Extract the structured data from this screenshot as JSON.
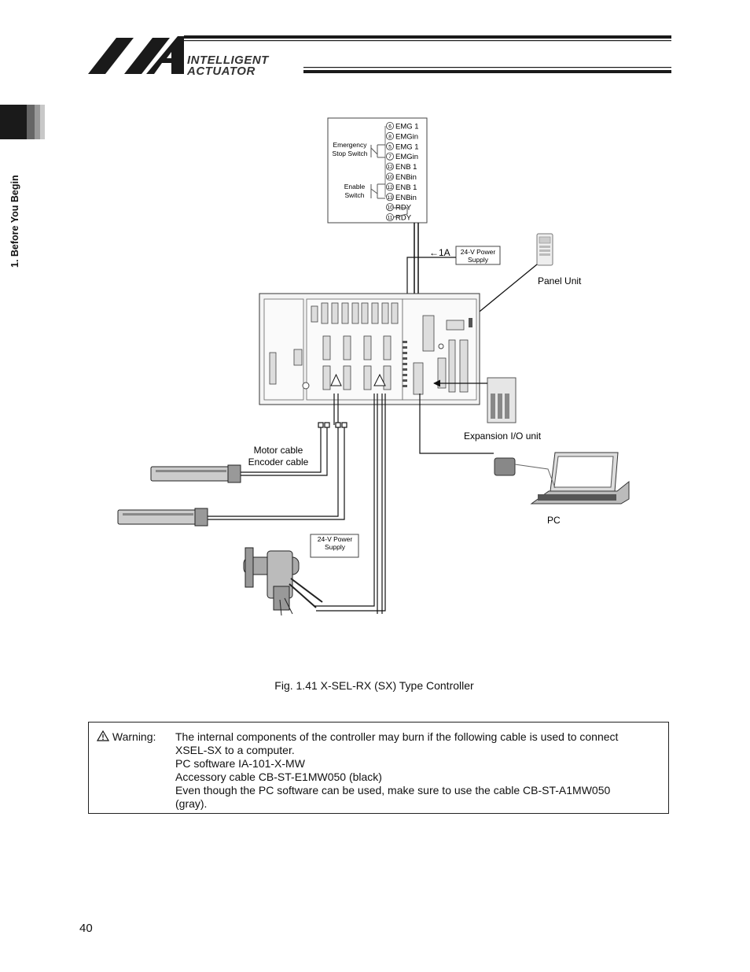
{
  "header": {
    "brand_line1": "INTELLIGENT",
    "brand_line2": "ACTUATOR"
  },
  "sidebar": {
    "section_label": "1. Before You Begin"
  },
  "figure": {
    "terminal_rows": [
      {
        "num": "6",
        "label": "EMG 1"
      },
      {
        "num": "8",
        "label": "EMGin"
      },
      {
        "num": "5",
        "label": "EMG 1"
      },
      {
        "num": "7",
        "label": "EMGin"
      },
      {
        "num": "12",
        "label": "ENB 1"
      },
      {
        "num": "10",
        "label": "ENBin"
      },
      {
        "num": "12",
        "label": "ENB 1"
      },
      {
        "num": "13",
        "label": "ENBin"
      },
      {
        "num": "10",
        "label": "RDY"
      },
      {
        "num": "11",
        "label": "RDY"
      }
    ],
    "emergency_label_1": "Emergency",
    "emergency_label_2": "Stop Switch",
    "enable_label_1": "Enable",
    "enable_label_2": "Switch",
    "current_label": "←1A",
    "power_supply_top_1": "24-V Power",
    "power_supply_top_2": "Supply",
    "panel_unit_label": "Panel Unit",
    "expansion_io_label": "Expansion I/O unit",
    "motor_cable_label": "Motor cable",
    "encoder_cable_label": "Encoder cable",
    "pc_label": "PC",
    "power_supply_bottom_1": "24-V Power",
    "power_supply_bottom_2": "Supply"
  },
  "caption": "Fig. 1.41 X-SEL-RX (SX) Type Controller",
  "warning": {
    "icon": "warning-triangle-icon",
    "heading": "Warning:",
    "lines": [
      "The internal components of the controller may burn if the following cable is used to connect",
      "XSEL-SX to a computer.",
      "PC software IA-101-X-MW",
      "Accessory cable CB-ST-E1MW050 (black)",
      "Even though the PC software can be used, make sure to use the cable CB-ST-A1MW050",
      "(gray)."
    ]
  },
  "page_number": "40"
}
